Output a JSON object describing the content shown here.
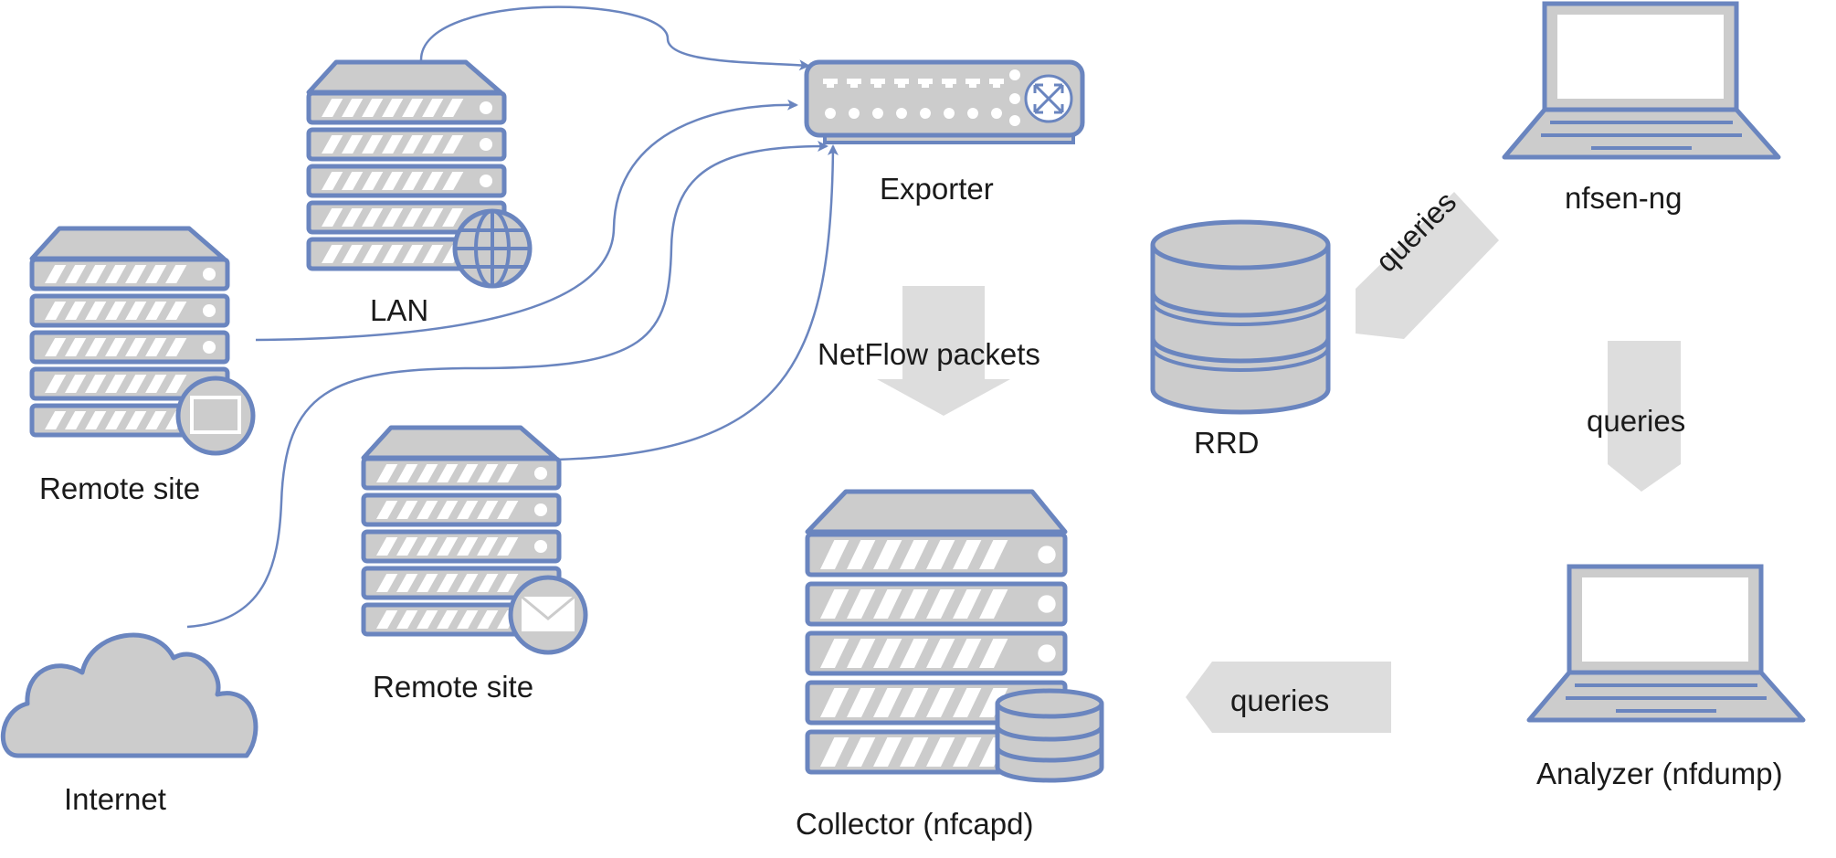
{
  "nodes": {
    "lan": "LAN",
    "remote_site_left": "Remote site",
    "remote_site_mail": "Remote site",
    "internet": "Internet",
    "exporter": "Exporter",
    "collector": "Collector (nfcapd)",
    "rrd": "RRD",
    "nfsen": "nfsen-ng",
    "analyzer": "Analyzer (nfdump)"
  },
  "arrows": {
    "netflow": "NetFlow packets",
    "queries_diag": "queries",
    "queries_down": "queries",
    "queries_left": "queries"
  },
  "colors": {
    "stroke": "#6a85bf",
    "fill": "#cccccc",
    "arrow_fill": "#dddddd"
  }
}
